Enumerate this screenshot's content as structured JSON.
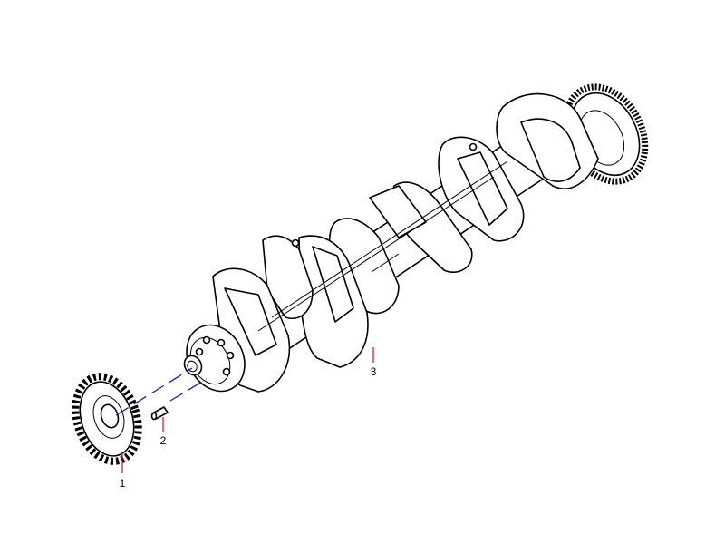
{
  "callouts": [
    {
      "id": "1",
      "label": "1",
      "part": "crankshaft-gear"
    },
    {
      "id": "2",
      "label": "2",
      "part": "dowel-pin"
    },
    {
      "id": "3",
      "label": "3",
      "part": "crankshaft"
    }
  ],
  "colors": {
    "leader_line": "#d01020",
    "axis_line": "#1a1ad0",
    "outline": "#000000",
    "background": "#ffffff"
  }
}
